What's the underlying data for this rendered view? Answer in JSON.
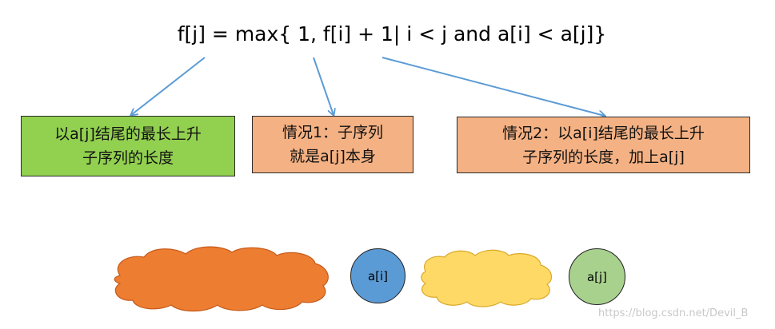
{
  "formula": "f[j] = max{ 1,   f[i] + 1| i < j and a[i] < a[j]}",
  "boxes": [
    {
      "line1": "以a[j]结尾的最长上升",
      "line2": "子序列的长度",
      "fill": "#92d050"
    },
    {
      "line1": "情况1：子序列",
      "line2": "就是a[j]本身",
      "fill": "#f4b183"
    },
    {
      "line1": "情况2：以a[i]结尾的最长上升",
      "line2": "子序列的长度，加上a[j]",
      "fill": "#f4b183"
    }
  ],
  "clouds": [
    {
      "fill": "#ed7d31"
    },
    {
      "fill": "#ffd966"
    }
  ],
  "circles": [
    {
      "label": "a[i]",
      "fill": "#5b9bd5"
    },
    {
      "label": "a[j]",
      "fill": "#a9d18e"
    }
  ],
  "arrow_color": "#5b9bd5",
  "watermark": "https://blog.csdn.net/Devil_B"
}
